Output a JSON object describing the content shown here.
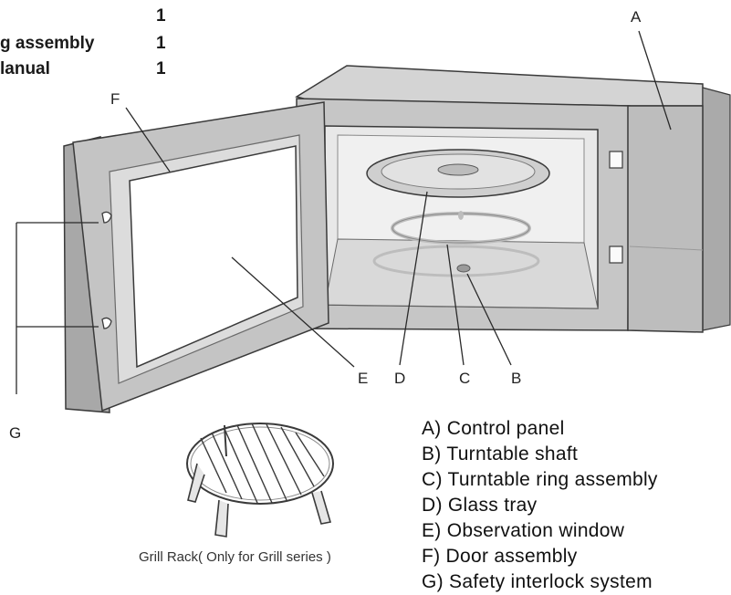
{
  "parts_list_partial": [
    {
      "name": "",
      "qty": "1"
    },
    {
      "name": "g assembly",
      "qty": "1"
    },
    {
      "name": "lanual",
      "qty": "1"
    }
  ],
  "callout_letters": {
    "a": "A",
    "b": "B",
    "c": "C",
    "d": "D",
    "e": "E",
    "f": "F",
    "g": "G"
  },
  "legend": [
    "A) Control panel",
    "B) Turntable shaft",
    "C) Turntable ring assembly",
    "D) Glass tray",
    "E) Observation window",
    "F) Door assembly",
    "G) Safety interlock system"
  ],
  "grill_rack_caption": "Grill Rack( Only for Grill series )",
  "colors": {
    "body_fill": "#c8c8c8",
    "panel_fill": "#bdbdbd",
    "cavity_fill": "#e6e6e6",
    "door_fill": "#c4c4c4",
    "window_fill": "#ffffff",
    "outline": "#3a3a3a"
  }
}
